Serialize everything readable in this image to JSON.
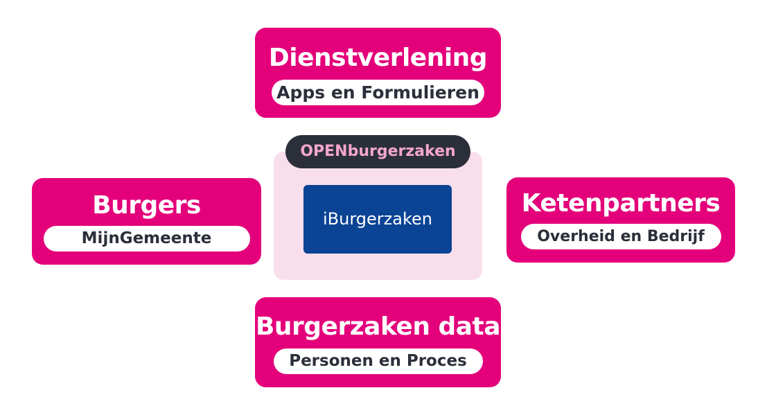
{
  "colors": {
    "accent": "#e3007a",
    "dark": "#2b2f3a",
    "core": "#0b4494",
    "platform_bg": "#f9dfec",
    "platform_label": "#f4a6cc"
  },
  "top": {
    "title": "Dienstverlening",
    "subtitle": "Apps en Formulieren"
  },
  "left": {
    "title": "Burgers",
    "subtitle": "MijnGemeente"
  },
  "right": {
    "title": "Ketenpartners",
    "subtitle": "Overheid en Bedrijf"
  },
  "bottom": {
    "title": "Burgerzaken data",
    "subtitle": "Personen en Proces"
  },
  "center": {
    "platform_label": "OPENburgerzaken",
    "core_label": "iBurgerzaken"
  }
}
